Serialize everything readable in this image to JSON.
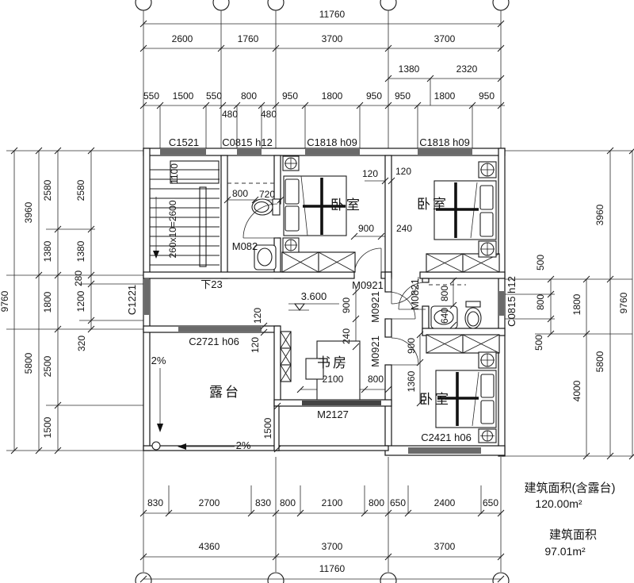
{
  "dims": {
    "top1": [
      "11760"
    ],
    "top2": [
      "2600",
      "1760",
      "3700",
      "3700"
    ],
    "top3": [
      "1380",
      "2320"
    ],
    "top4": [
      "550",
      "1500",
      "550",
      "800",
      "950",
      "1800",
      "950",
      "950",
      "1800",
      "950"
    ],
    "top4b": [
      "480",
      "480"
    ],
    "top_windows": [
      "C1521",
      "C0815 h12",
      "C1818 h09",
      "C1818 h09"
    ],
    "left1": [
      "9760"
    ],
    "left2": [
      "3960",
      "5800"
    ],
    "left3": [
      "2580",
      "1380",
      "1800",
      "2500",
      "1500"
    ],
    "left4": [
      "2580",
      "1380",
      "280",
      "1200",
      "320"
    ],
    "right1": [
      "500",
      "800",
      "500"
    ],
    "right2": [
      "1800",
      "4000"
    ],
    "right3": [
      "3960",
      "5800"
    ],
    "right4": [
      "9760"
    ],
    "bottom1": [
      "830",
      "2700",
      "830",
      "800",
      "2100",
      "800",
      "650",
      "2400",
      "650"
    ],
    "bottom2": [
      "4360",
      "3700",
      "3700"
    ],
    "bottom3": [
      "11760"
    ]
  },
  "interior": {
    "stair_width": "1100",
    "stair_run": "260x10=2600",
    "stair_down": "下23",
    "bath_top": [
      "800",
      "720"
    ],
    "bed1_dims": [
      "120",
      "900"
    ],
    "bed2_dims": [
      "120",
      "240"
    ],
    "hall_dims": [
      "900",
      "240"
    ],
    "level": "3.600",
    "bath_right": [
      "800",
      "640"
    ],
    "study_dims": [
      "2100",
      "800"
    ],
    "terrace_wall": [
      "120",
      "120"
    ],
    "kitchen_side": "1500",
    "bed3_dims": [
      "900",
      "1360"
    ],
    "slope_left": "2%",
    "slope_bottom": "2%"
  },
  "doors": {
    "m082": "M082",
    "m0921_h": "M0921",
    "m0921_v1": "M0921",
    "m0921_v2": "M0921",
    "m0821": "M0821",
    "m2127": "M2127"
  },
  "windows": {
    "c1221": "C1221",
    "c2721": "C2721 h06",
    "c0815_right": "C0815 h12",
    "c2421": "C2421 h06"
  },
  "rooms": {
    "bedroom1": "卧室",
    "bedroom2": "卧室",
    "bedroom3": "卧室",
    "study": "书房",
    "terrace": "露台"
  },
  "areas": {
    "label_total": "建筑面积(含露台)",
    "value_total": "120.00m²",
    "label_net": "建筑面积",
    "value_net": "97.01m²"
  },
  "colors": {
    "line": "#1b1b1b",
    "window_fill": "#6a6a6a",
    "background": "#ffffff"
  }
}
